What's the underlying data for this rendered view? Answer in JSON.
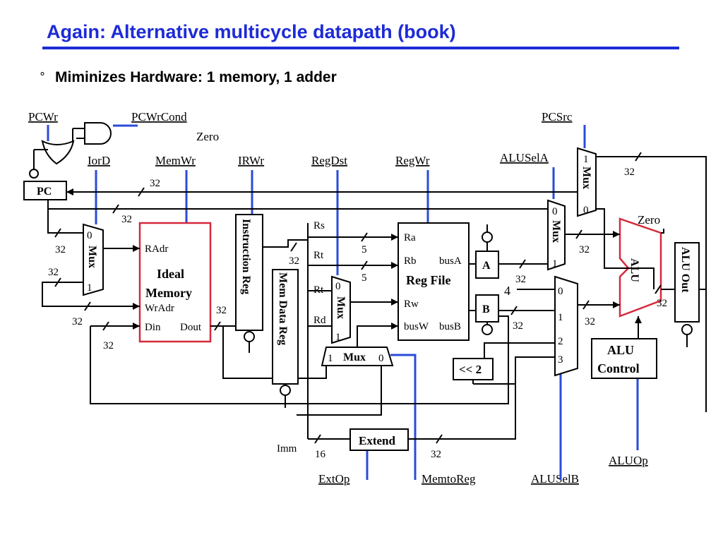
{
  "title": "Again: Alternative multicycle datapath (book)",
  "bullet": {
    "mark": "°",
    "text": "Miminizes Hardware: 1 memory, 1 adder"
  },
  "signals": {
    "pcwr": "PCWr",
    "pcwrcond": "PCWrCond",
    "zero_in": "Zero",
    "iord": "IorD",
    "memwr": "MemWr",
    "irwr": "IRWr",
    "regdst": "RegDst",
    "regwr": "RegWr",
    "alusela": "ALUSelA",
    "pcsrc": "PCSrc",
    "extop": "ExtOp",
    "memtoreg": "MemtoReg",
    "aluselb": "ALUSelB",
    "aluop": "ALUOp"
  },
  "blocks": {
    "pc": "PC",
    "memory": {
      "radr": "RAdr",
      "name1": "Ideal",
      "name2": "Memory",
      "wradr": "WrAdr",
      "din": "Din",
      "dout": "Dout"
    },
    "instr_reg": "Instruction Reg",
    "mem_data_reg": "Mem Data Reg",
    "regfile": {
      "ra": "Ra",
      "rb": "Rb",
      "rw": "Rw",
      "busa": "busA",
      "busw": "busW",
      "busb": "busB",
      "name": "Reg File"
    },
    "reg_a": "A",
    "reg_b": "B",
    "alu": "ALU",
    "alu_zero": "Zero",
    "alu_out": "ALU Out",
    "alu_control_1": "ALU",
    "alu_control_2": "Control",
    "extend": "Extend",
    "shift": "<< 2",
    "mux": "Mux"
  },
  "field_labels": {
    "rs": "Rs",
    "rt1": "Rt",
    "rt2": "Rt",
    "rd": "Rd",
    "imm": "Imm"
  },
  "mux_inputs": {
    "iord_0": "0",
    "iord_1": "1",
    "regdst_0": "0",
    "regdst_1": "1",
    "memtoreg_1": "1",
    "memtoreg_0": "0",
    "alusela_0": "0",
    "alusela_1": "1",
    "pcsrc_1": "1",
    "pcsrc_0": "0",
    "aluselb_0": "0",
    "aluselb_1": "1",
    "aluselb_2": "2",
    "aluselb_3": "3"
  },
  "bus_widths": {
    "pc_top": "32",
    "pc_mem": "32",
    "mux_in0": "32",
    "mux_in1": "32",
    "mux_out": "32",
    "mem_din": "32",
    "dout": "32",
    "ir_out": "32",
    "rs": "5",
    "rt": "5",
    "rd": "5",
    "ra_out": "32",
    "bmux": "32",
    "four": "4",
    "selb_out": "32",
    "alu_out": "32",
    "pcsrc_fb": "32",
    "imm": "16",
    "ext": "32"
  },
  "colors": {
    "title": "#1d2bd6",
    "control": "#2a4bd8",
    "memory_border": "#d42a3c",
    "alu_border": "#d42a3c"
  }
}
